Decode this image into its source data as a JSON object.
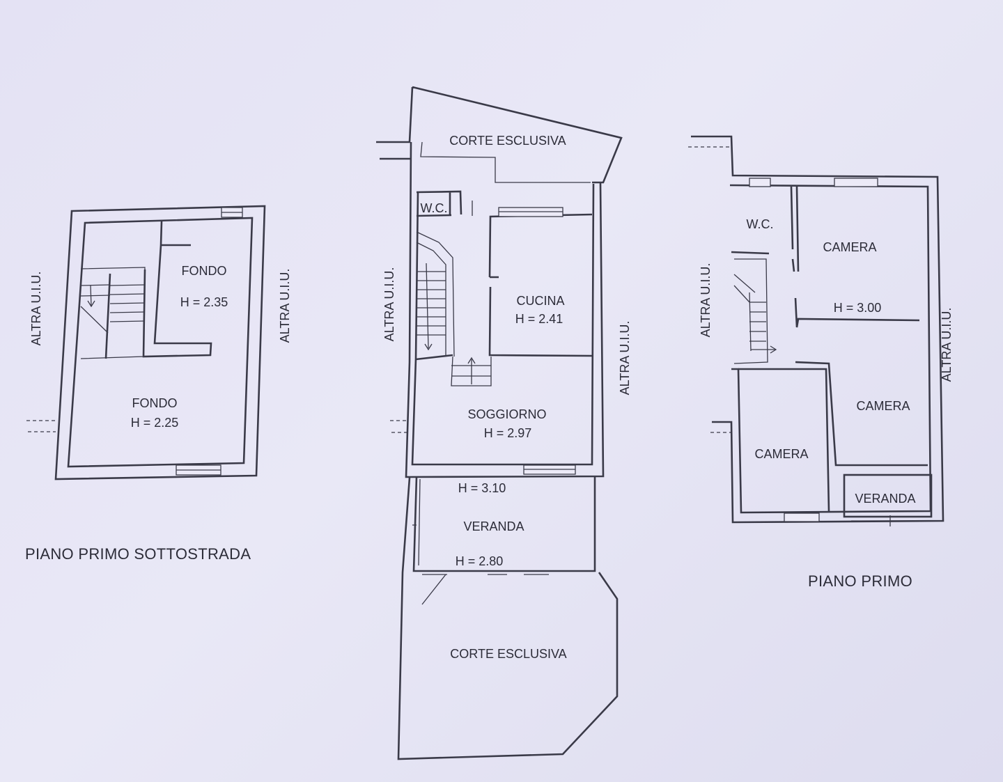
{
  "floors": {
    "basement": {
      "title": "PIANO PRIMO SOTTOSTRADA",
      "rooms": [
        {
          "name": "FONDO",
          "height": "H = 2.35"
        },
        {
          "name": "FONDO",
          "height": "H = 2.25"
        }
      ],
      "side_labels": [
        "ALTRA U.I.U.",
        "ALTRA U.I.U."
      ]
    },
    "ground": {
      "rooms": {
        "courtyard_top": "CORTE ESCLUSIVA",
        "wc": "W.C.",
        "kitchen": {
          "name": "CUCINA",
          "height": "H = 2.41"
        },
        "living": {
          "name": "SOGGIORNO",
          "height": "H = 2.97"
        },
        "veranda": {
          "name": "VERANDA",
          "height_top": "H = 3.10",
          "height_bottom": "H = 2.80"
        },
        "courtyard_bottom": "CORTE ESCLUSIVA"
      },
      "side_labels": [
        "ALTRA U.I.U.",
        "ALTRA U.I.U."
      ]
    },
    "first": {
      "title": "PIANO PRIMO",
      "rooms": {
        "wc": "W.C.",
        "camera_top": {
          "name": "CAMERA",
          "height": "H = 3.00"
        },
        "camera_right": "CAMERA",
        "camera_left": "CAMERA",
        "veranda": "VERANDA"
      },
      "side_labels": [
        "ALTRA U.I.U.",
        "ALTRA U.I.U."
      ]
    }
  }
}
